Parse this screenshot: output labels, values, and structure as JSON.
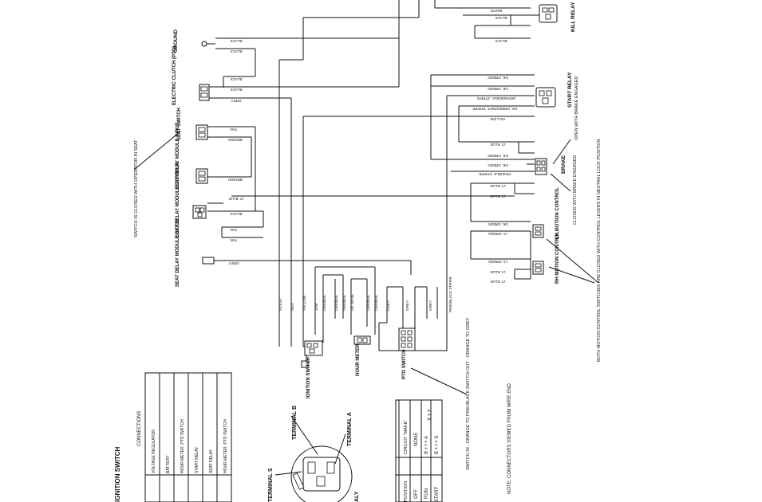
{
  "components": {
    "kill_relay": "KILL RELAY",
    "start_relay": "START RELAY",
    "ground": "GROUND",
    "electric_clutch": "ELECTRIC CLUTCH (PTO)",
    "seat_switch": "SEAT SWITCH",
    "seat_delay_input": "SEAT DELAY MODULE INPUT",
    "seat_delay_control": "SEAT DELAY MODULE CONTROL",
    "seat_delay_diode": "SEAT DELAY MODULE DIODE",
    "brake": "BRAKE",
    "lh_motion": "LH MOTION CONTROL",
    "rh_motion": "RH MOTION CONTROL",
    "ignition_switch": "IGNITION SWITCH",
    "hour_meter": "HOUR METER",
    "pto_switch": "PTO SWITCH"
  },
  "notes": {
    "seat_closed": "SWITCH IS CLOSED WITH OPERATOR IN SEAT",
    "brake_open": "OPEN WITH BRAKE ENGAGED",
    "brake_closed": "CLOSED WITH BRAKE ENGAGED",
    "motion_note": "BOTH MOTION CONTROL SWITCHES ARE CLOSED WITH CONTROL LEVERS IN NEUTRAL LOCK POSITION",
    "pto_note": "SWITCH IN - ORANGE TO PINK/BLACK SWITCH OUT - ORANGE TO GREY",
    "connectors_note": "NOTE: CONNECTORS VIEWED FROM WIRE END"
  },
  "kill_wires": [
    "WHITE",
    "BLACK",
    "BLACK"
  ],
  "start_wires": [
    "DK. GREEN",
    "DK. GREEN",
    "ORANGE/BLK. STRIPE",
    "DK. GREEN/WHT. STRIPE",
    "YELLOW"
  ],
  "brake_wires": [
    "LT. BLUE",
    "DK. GREEN",
    "DK. GREEN",
    "PINK/BLK. STRIPE",
    "LT. BLUE",
    "LT. BLUE"
  ],
  "lh_wires": [
    "DK. GREEN",
    "LT. GREEN"
  ],
  "rh_wires": [
    "LT. GREEN",
    "LT. BLUE",
    "LT. BLUE"
  ],
  "left_wires": {
    "ground": [
      "BLACK",
      "BLACK"
    ],
    "clutch": [
      "BLACK",
      "BLACK",
      "GREY"
    ],
    "seat": [
      "TAN",
      "BROWN"
    ],
    "seat_input": "BROWN",
    "control": [
      "LT. BLUE",
      "BLACK",
      "TAN",
      "TAN"
    ],
    "diode": "GREY"
  },
  "bottom_wires": [
    "VIOLET",
    "RED",
    "YELLOW",
    "TAN",
    "ORANGE",
    "ORANGE",
    "ORANGE",
    "DK. BLUE",
    "ORANGE",
    "ORANGE",
    "GREY",
    "GREY",
    "GREY",
    "PINK/BLACK STRIPE"
  ],
  "terminals": {
    "b": "TERMINAL B",
    "a": "TERMINAL A",
    "s": "TERMINAL S",
    "aly": "ALY"
  },
  "ign_table": {
    "title": "IGNITION SWITCH",
    "header": "CONNECTIONS",
    "rows": [
      "VOLTAGE REGULATOR",
      "BATTERY",
      "HOUR METER, PTO SWITCH",
      "START RELAY",
      "SEAT DELAY",
      "HOUR METER, PTO SWITCH"
    ]
  },
  "pos_table": {
    "headers": [
      "POSITION",
      "CIRCUIT \"MAKE\""
    ],
    "rows": [
      {
        "pos": "OFF",
        "make": "NONE",
        "extra": ""
      },
      {
        "pos": "RUN",
        "make": "B + I + A",
        "extra": "X + Y"
      },
      {
        "pos": "START",
        "make": "B + I + S",
        "extra": ""
      }
    ]
  }
}
